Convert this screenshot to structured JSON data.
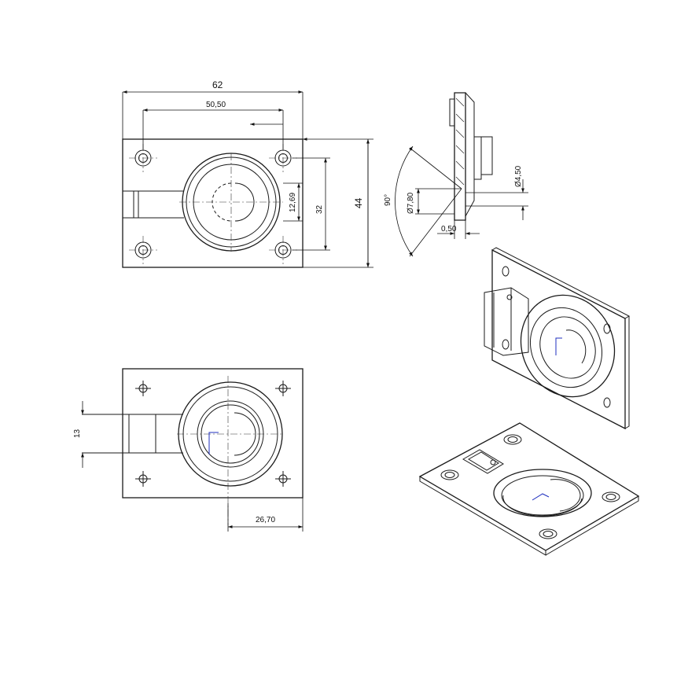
{
  "drawing": {
    "front_view": {
      "overall_width": "62",
      "hole_spacing_x": "50,50",
      "overall_height": "44",
      "hole_spacing_y": "32",
      "ring_inner": "12,69"
    },
    "side_view": {
      "angle": "90°",
      "dia_outer": "Ø7,80",
      "dia_inner": "Ø4,50",
      "thickness": "0,50"
    },
    "bottom_view": {
      "tab_width": "13",
      "center_offset": "26,70"
    }
  }
}
